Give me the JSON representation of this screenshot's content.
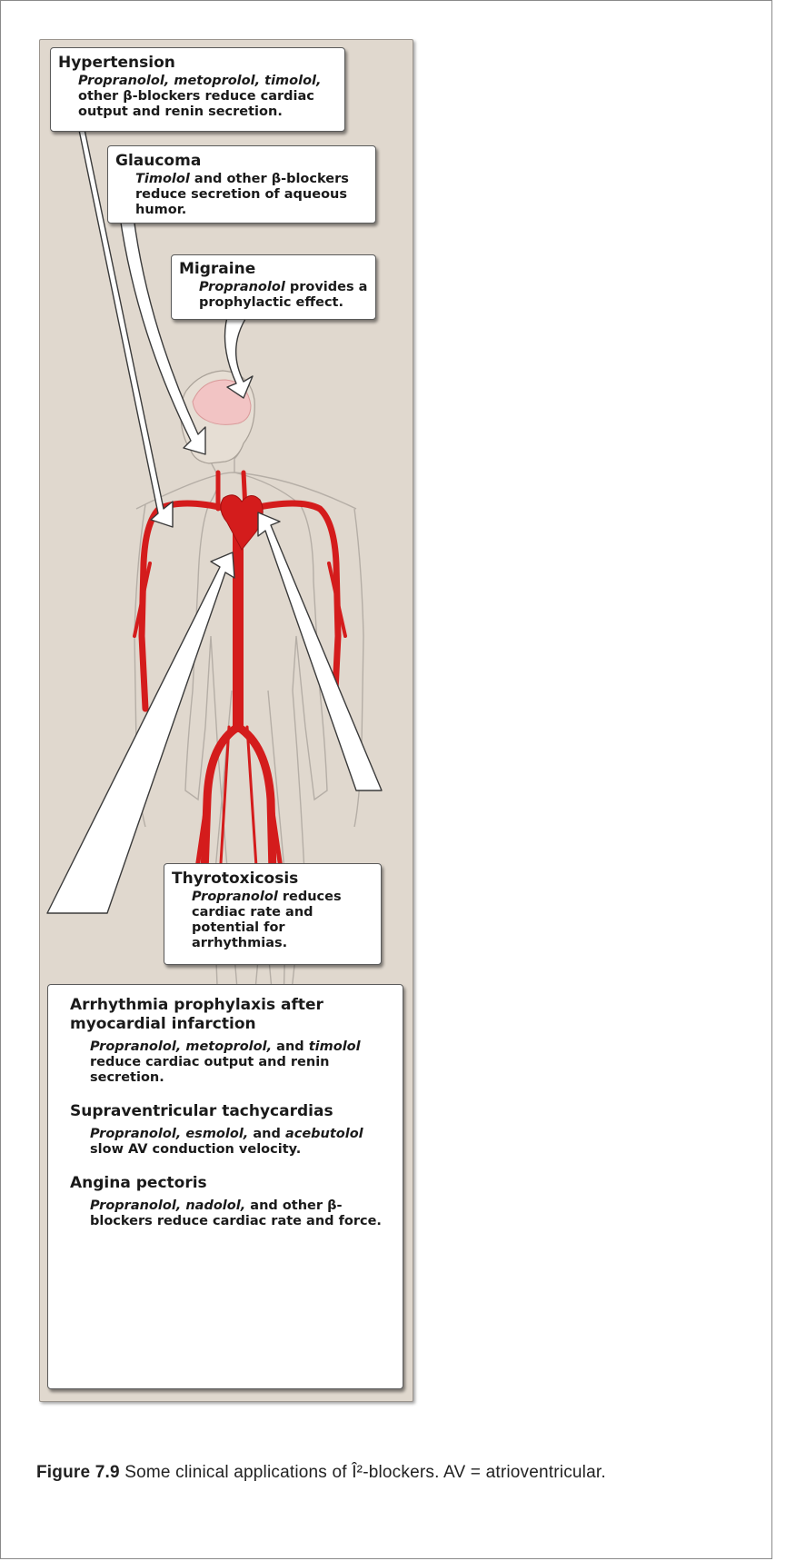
{
  "figure": {
    "boxes": {
      "hypertension": {
        "title": "Hypertension",
        "drug_italic": "Propranolol, metoprolol, timolol,",
        "text": "other β-blockers reduce cardiac output and renin secretion."
      },
      "glaucoma": {
        "title": "Glaucoma",
        "drug_italic": "Timolol",
        "text": "and other β-blockers reduce secretion of aqueous humor."
      },
      "migraine": {
        "title": "Migraine",
        "drug_italic": "Propranolol",
        "text": "provides a prophylactic effect."
      },
      "thyrotoxicosis": {
        "title": "Thyrotoxicosis",
        "drug_italic": "Propranolol",
        "text": "reduces cardiac rate and potential for arrhythmias."
      },
      "arrhythmia": {
        "title": "Arrhythmia prophylaxis after myocardial infarction",
        "drug_italic_1": "Propranolol, metoprolol,",
        "text_1": "and",
        "drug_italic_2": "timolol",
        "text_2": "reduce cardiac output and renin secretion."
      },
      "svt": {
        "title": "Supraventricular tachycardias",
        "drug_italic_1": "Propranolol, esmolol,",
        "text_1": "and",
        "drug_italic_2": "acebutolol",
        "text_2": "slow AV conduction velocity."
      },
      "angina": {
        "title": "Angina pectoris",
        "drug_italic": "Propranolol, nadolol,",
        "text": "and other β-blockers reduce cardiac rate and force."
      }
    }
  },
  "caption": {
    "label": "Figure 7.9",
    "text": "Some clinical applications of Î²-blockers.  AV = atrioventricular."
  },
  "colors": {
    "panel_bg": "#e0d8ce",
    "vessel_red": "#d41c1c",
    "brain_pink": "#f2c4c4",
    "box_bg": "#ffffff"
  }
}
